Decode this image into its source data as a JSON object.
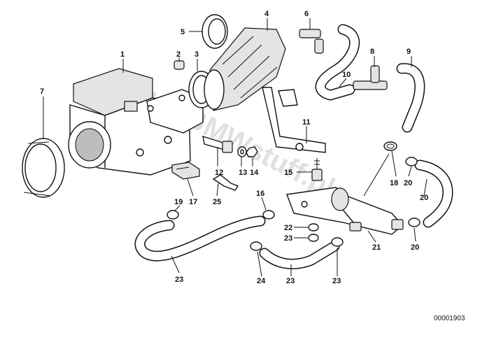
{
  "diagram": {
    "labels": [
      "1",
      "2",
      "3",
      "4",
      "5",
      "6",
      "7",
      "8",
      "9",
      "10",
      "11",
      "12",
      "13",
      "14",
      "15",
      "16",
      "17",
      "18",
      "19",
      "20",
      "20",
      "20",
      "21",
      "22",
      "23",
      "23",
      "23",
      "23",
      "24",
      "25"
    ],
    "watermark": "www.BMWstuff.pl",
    "part_number": "00001903"
  }
}
